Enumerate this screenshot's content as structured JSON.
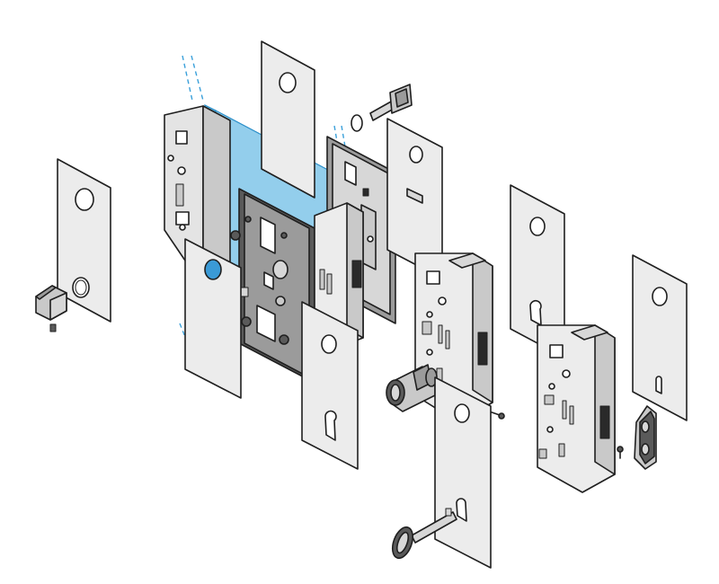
{
  "diagram": {
    "components": [
      "left-escutcheon-plate",
      "glass-panel",
      "patch-lock-body",
      "front-escutcheon-plate",
      "lock-body-center",
      "lock-body-right",
      "strike-plate",
      "euro-cylinder",
      "key",
      "thumb-turn",
      "spindle"
    ],
    "colors": {
      "glass": "#6fbde6",
      "outline": "#1f1f1f",
      "plate": "#ececec",
      "metal_dark": "#9b9b9b"
    }
  }
}
